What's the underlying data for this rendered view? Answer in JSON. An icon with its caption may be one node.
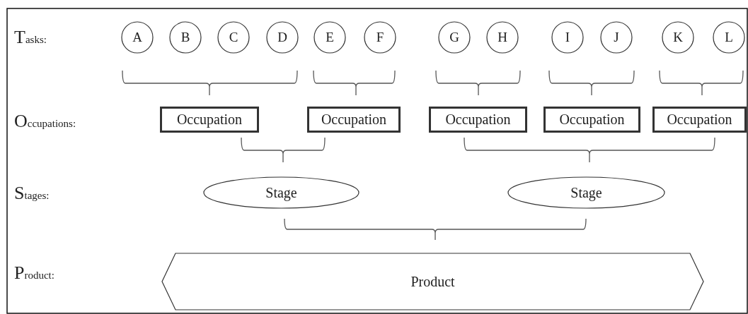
{
  "diagram": {
    "nodes": [
      {
        "text": [
          "A"
        ]
      },
      {
        "text": [
          "B"
        ]
      },
      {
        "text": [
          "C"
        ]
      },
      {
        "text": [
          "D"
        ]
      },
      {
        "text": [
          "E"
        ]
      },
      {
        "text": [
          "F"
        ]
      },
      {
        "text": [
          "G"
        ]
      },
      {
        "text": [
          "H"
        ]
      },
      {
        "text": [
          "I"
        ]
      },
      {
        "text": [
          "J"
        ]
      },
      {
        "text": [
          "K"
        ]
      },
      {
        "text": [
          "L"
        ]
      },
      {
        "text": [
          "Occupation"
        ]
      },
      {
        "text": [
          "Occupation"
        ]
      },
      {
        "text": [
          "Occupation"
        ]
      },
      {
        "text": [
          "Occupation"
        ]
      },
      {
        "text": [
          "Occupation"
        ]
      },
      {
        "text": [
          "Stage"
        ]
      },
      {
        "text": [
          "Stage"
        ]
      },
      {
        "text": [
          "Product"
        ]
      }
    ],
    "labels": [
      "Tasks:",
      "Occupations:",
      "Stages:",
      "Product:"
    ]
  }
}
